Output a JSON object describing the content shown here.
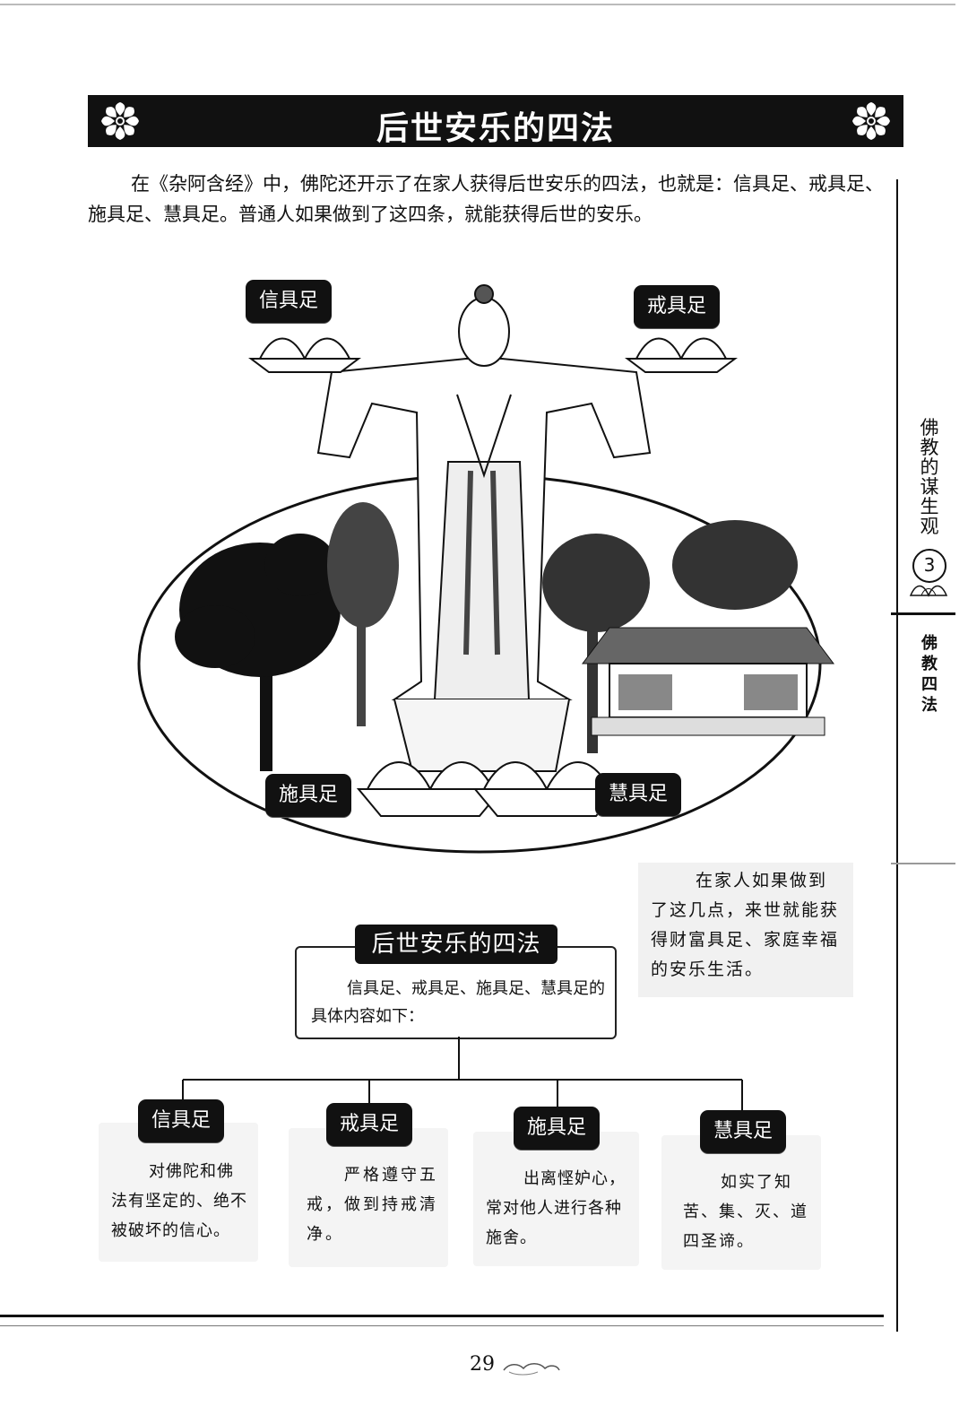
{
  "header": {
    "title": "后世安乐的四法"
  },
  "intro": "在《杂阿含经》中，佛陀还开示了在家人获得后世安乐的四法，也就是：信具足、戒具足、施具足、慧具足。普通人如果做到了这四条，就能获得后世的安乐。",
  "illustration": {
    "labels": [
      "信具足",
      "戒具足",
      "施具足",
      "慧具足"
    ]
  },
  "sidebar": {
    "chapter_title": "佛教的谋生观",
    "chapter_number": "3",
    "section_title": "佛教四法"
  },
  "note": "在家人如果做到了这几点，来世就能获得财富具足、家庭幸福的安乐生活。",
  "diagram": {
    "title": "后世安乐的四法",
    "subtitle": "信具足、戒具足、施具足、慧具足的具体内容如下：",
    "items": [
      {
        "label": "信具足",
        "text": "对佛陀和佛法有坚定的、绝不被破坏的信心。"
      },
      {
        "label": "戒具足",
        "text": "严格遵守五戒，做到持戒清净。"
      },
      {
        "label": "施具足",
        "text": "出离悭妒心，常对他人进行各种施舍。"
      },
      {
        "label": "慧具足",
        "text": "如实了知苦、集、灭、道四圣谛。"
      }
    ]
  },
  "footer": {
    "page_number": "29"
  }
}
